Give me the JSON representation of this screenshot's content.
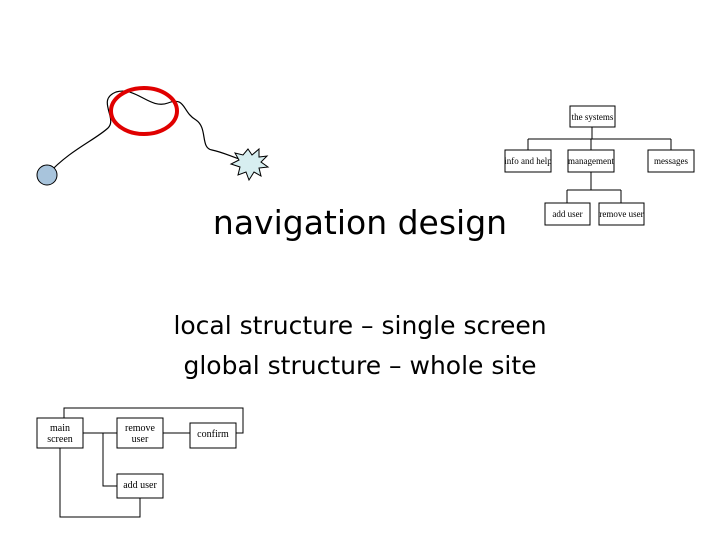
{
  "slide": {
    "title": "navigation design",
    "lines": [
      "local structure – single screen",
      "global structure – whole site"
    ]
  },
  "site_tree": {
    "root": "the systems",
    "children": [
      "info and help",
      "management",
      "messages"
    ],
    "grandchildren": [
      "add user",
      "remove user"
    ]
  },
  "screen_flow": {
    "main": "main screen",
    "remove": "remove user",
    "confirm": "confirm",
    "add": "add user"
  },
  "colors": {
    "highlight_circle": "#e00000",
    "node_fill": "#a8c4dc",
    "burst_fill": "#d7eef0"
  }
}
